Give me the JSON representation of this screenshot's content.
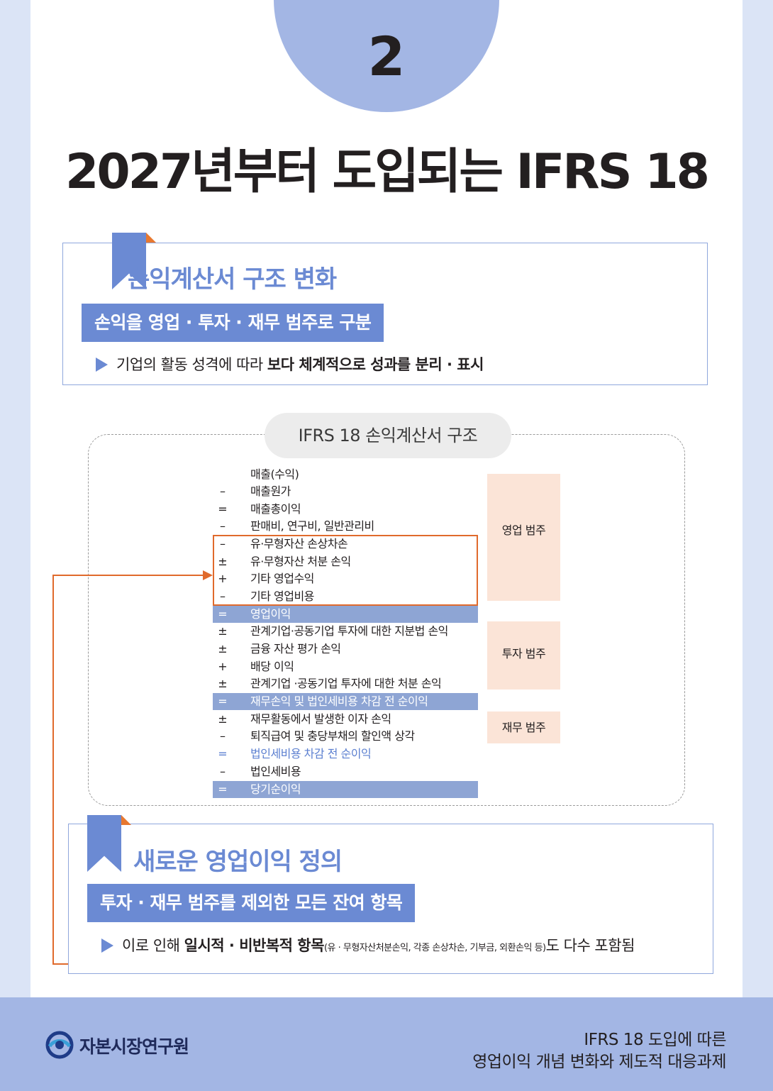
{
  "page_number": "2",
  "main_title": "2027년부터 도입되는 IFRS 18",
  "section1": {
    "title": "손익계산서 구조 변화",
    "subtitle": "손익을 영업 · 투자 · 재무 범주로 구분",
    "bullet_normal": "기업의 활동 성격에 따라 ",
    "bullet_bold": "보다 체계적으로 성과를 분리 · 표시"
  },
  "structure": {
    "label": "IFRS 18 손익계산서 구조",
    "rows": [
      {
        "sym": "",
        "label": "매출(수익)"
      },
      {
        "sym": "–",
        "label": "매출원가"
      },
      {
        "sym": "=",
        "label": "매출총이익"
      },
      {
        "sym": "–",
        "label": "판매비, 연구비, 일반관리비"
      },
      {
        "sym": "–",
        "label": "유·무형자산 손상차손"
      },
      {
        "sym": "±",
        "label": "유·무형자산 처분 손익"
      },
      {
        "sym": "+",
        "label": "기타 영업수익"
      },
      {
        "sym": "–",
        "label": "기타 영업비용"
      },
      {
        "sym": "=",
        "label": "영업이익"
      },
      {
        "sym": "±",
        "label": "관계기업·공동기업 투자에 대한 지분법 손익"
      },
      {
        "sym": "±",
        "label": "금융 자산 평가 손익"
      },
      {
        "sym": "+",
        "label": "배당 이익"
      },
      {
        "sym": "±",
        "label": "관계기업 ·공동기업 투자에 대한 처분 손익"
      },
      {
        "sym": "=",
        "label": "재무손익 및 법인세비용 차감 전 순이익"
      },
      {
        "sym": "±",
        "label": "재무활동에서 발생한 이자 손익"
      },
      {
        "sym": "–",
        "label": "퇴직급여 및 충당부채의 할인액 상각"
      },
      {
        "sym": "=",
        "label": "법인세비용 차감 전 순이익"
      },
      {
        "sym": "–",
        "label": "법인세비용"
      },
      {
        "sym": "=",
        "label": "당기순이익"
      }
    ],
    "categories": {
      "operating": "영업 범주",
      "investing": "투자 범주",
      "financing": "재무 범주"
    }
  },
  "section2": {
    "title": "새로운 영업이익 정의",
    "subtitle": "투자 · 재무 범주를 제외한 모든 잔여 항목",
    "bullet_prefix": "이로 인해 ",
    "bullet_bold": "일시적 · 비반복적 항목",
    "bullet_small": "(유 · 무형자산처분손익, 각종 손상차손, 기부금, 외환손익 등)",
    "bullet_suffix": "도 다수 포함됨"
  },
  "footer": {
    "org_name": "자본시장연구원",
    "report_line1": "IFRS 18 도입에 따른",
    "report_line2": "영업이익 개념 변화와 제도적 대응과제"
  },
  "colors": {
    "accent_blue": "#6b8ad3",
    "highlight_orange": "#e06a2c",
    "category_peach": "#fbe4d7",
    "footer_blue": "#a3b6e4"
  }
}
